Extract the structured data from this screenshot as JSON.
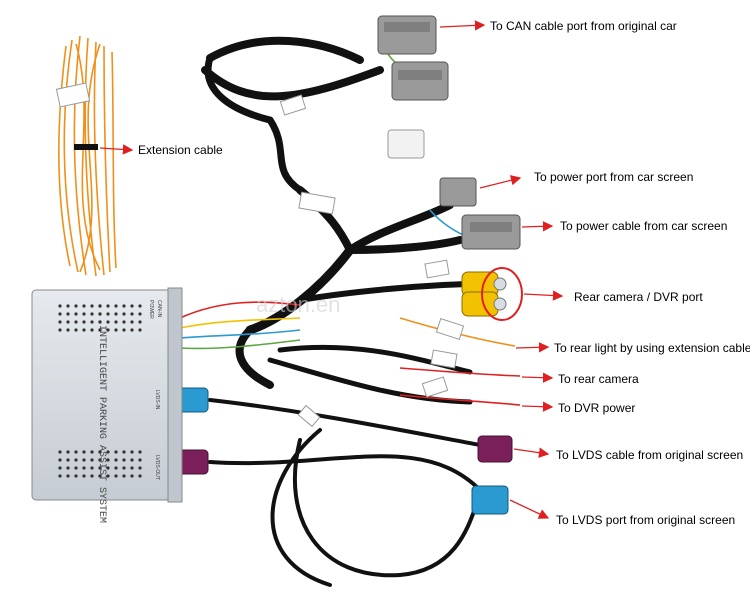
{
  "watermark": "azton.en",
  "module": {
    "title": "INTELLIGENT PARKING ASSIST SYSTEM",
    "port_labels": [
      "POWER",
      "CAN-IN",
      "LVDS-IN",
      "LVDS-OUT"
    ]
  },
  "callouts": [
    {
      "id": "can",
      "text": "To CAN cable port from original car"
    },
    {
      "id": "extension",
      "text": "Extension cable"
    },
    {
      "id": "power-port",
      "text": "To power port from car screen"
    },
    {
      "id": "power-cable",
      "text": "To power cable from car screen"
    },
    {
      "id": "rear-camera-dvr",
      "text": "Rear camera / DVR  port"
    },
    {
      "id": "rear-light",
      "text": "To rear light by using extension cable"
    },
    {
      "id": "rear-camera",
      "text": "To rear camera"
    },
    {
      "id": "dvr-power",
      "text": "To DVR power"
    },
    {
      "id": "lvds-cable",
      "text": "To LVDS cable from original screen"
    },
    {
      "id": "lvds-port",
      "text": "To LVDS port from original screen"
    }
  ],
  "colors": {
    "arrow": "#e02020",
    "cable_black": "#111111",
    "cable_orange": "#f0901a",
    "module_body": "#d8dde3",
    "connector_grey": "#9a9a9a",
    "rca_yellow": "#f2c200",
    "fakra_blue": "#2a9ad0",
    "fakra_violet": "#7a1f5a"
  }
}
